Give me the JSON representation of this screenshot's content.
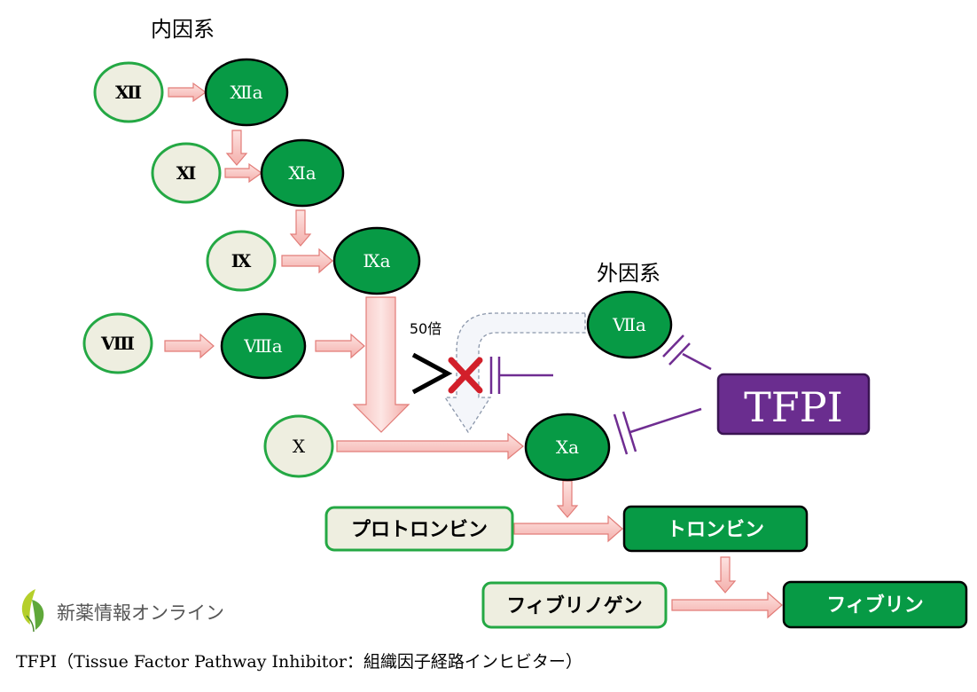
{
  "intrinsic_label": "内因系",
  "extrinsic_label": "外因系",
  "factors": {
    "xii": "Ⅻ",
    "xiia": "Ⅻa",
    "xi": "Ⅺ",
    "xia": "Ⅺa",
    "ix": "Ⅸ",
    "ixa": "Ⅸa",
    "viii": "Ⅷ",
    "viiia": "Ⅷa",
    "viia": "Ⅶa",
    "x": "Ⅹ",
    "xa": "Ⅹa"
  },
  "fold_label": "50倍",
  "greater_than": ">",
  "tfpi_label": "TFPI",
  "prothrombin": "プロトロンビン",
  "thrombin": "トロンビン",
  "fibrinogen": "フィブリノゲン",
  "fibrin": "フィブリン",
  "brand": "新薬情報オンライン",
  "caption": "TFPI（Tissue Factor Pathway Inhibitor：組織因子経路インヒビター）",
  "colors": {
    "active_fill": "#079a45",
    "inactive_fill": "#eeeee0",
    "node_border": "#24a844",
    "arrow_fill": "#f7c4c0",
    "arrow_stroke": "#e27c78",
    "inhibit": "#6f2d91",
    "tfpi_fill": "#6a2d8f",
    "cross": "#d21f2a"
  }
}
